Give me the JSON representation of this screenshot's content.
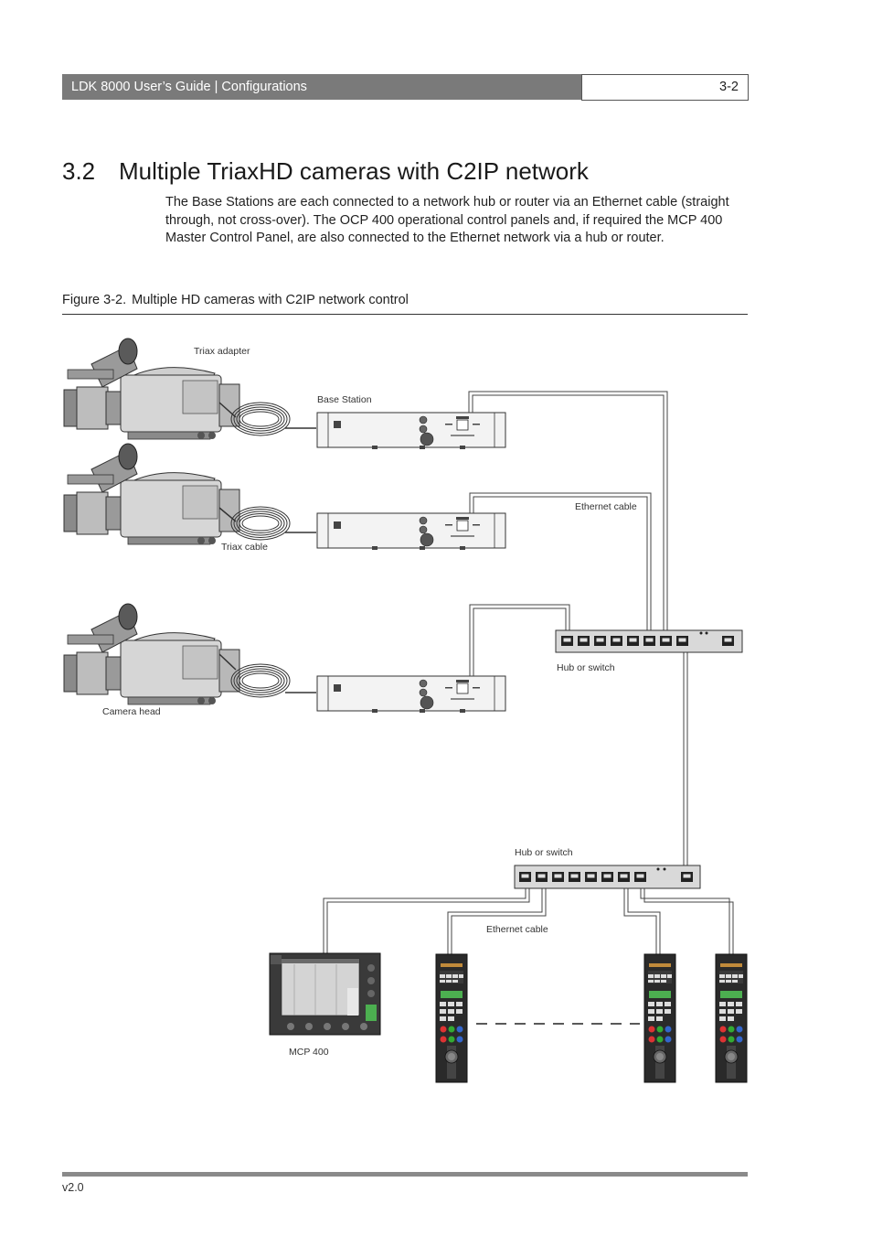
{
  "header": {
    "title": "LDK 8000 User’s Guide | Configurations",
    "page": "3-2"
  },
  "section": {
    "number": "3.2",
    "title": "Multiple TriaxHD cameras with C2IP network",
    "paragraph": "The Base Stations are each connected to a network hub or router via an Ethernet cable (straight through, not cross-over). The OCP 400 operational control panels and, if required the MCP 400 Master Control Panel, are also connected to the Ethernet network via a hub or router."
  },
  "figure": {
    "label": "Figure 3-2.",
    "caption": "Multiple HD cameras with C2IP network control",
    "labels": {
      "triax_adapter": "Triax adapter",
      "base_station": "Base Station",
      "ethernet_cable_top": "Ethernet cable",
      "triax_cable": "Triax cable",
      "hub_or_switch_top": "Hub or switch",
      "camera_head": "Camera head",
      "hub_or_switch_bottom": "Hub or switch",
      "ethernet_cable_bottom": "Ethernet cable",
      "mcp_400": "MCP 400"
    }
  },
  "footer": {
    "version": "v2.0"
  },
  "colors": {
    "header_bar": "#7a7a7a",
    "device_fill": "#efefef",
    "line": "#444444"
  }
}
